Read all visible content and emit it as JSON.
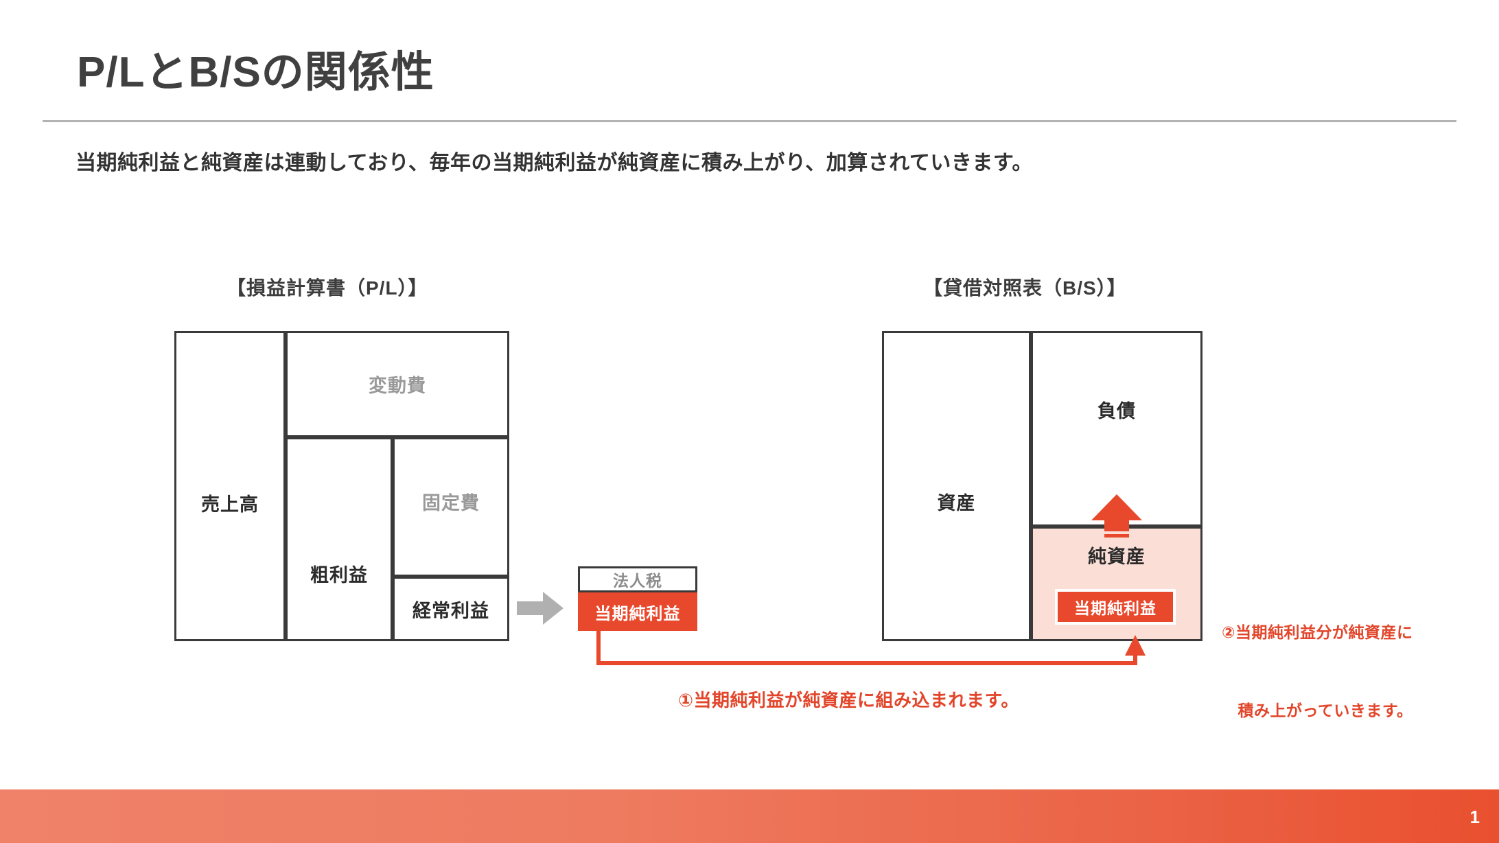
{
  "header": {
    "title": "P/LとB/Sの関係性",
    "subtitle": "当期純利益と純資産は連動しており、毎年の当期純利益が純資産に積み上がり、加算されていきます。"
  },
  "pl": {
    "caption": "【損益計算書（P/L）】",
    "cells": [
      {
        "name": "sales",
        "label": "売上高"
      },
      {
        "name": "variable",
        "label": "変動費"
      },
      {
        "name": "gross",
        "label": "粗利益"
      },
      {
        "name": "fixed",
        "label": "固定費"
      },
      {
        "name": "ordinary",
        "label": "経常利益"
      }
    ],
    "tax_label": "法人税",
    "net_profit_label": "当期純利益"
  },
  "bs": {
    "caption": "【貸借対照表（B/S）】",
    "cells": [
      {
        "name": "assets",
        "label": "資産"
      },
      {
        "name": "liability",
        "label": "負債"
      },
      {
        "name": "equity",
        "label": "純資産"
      }
    ],
    "net_profit_label": "当期純利益"
  },
  "annotations": {
    "one": "①当期純利益が純資産に組み込まれます。",
    "two_line1": "②当期純利益分が純資産に",
    "two_line2": "　積み上がっていきます。"
  },
  "footer": {
    "page_number": "1"
  },
  "colors": {
    "accent_red": "#e8492c",
    "annotation_red": "#e2452a",
    "equity_fill": "#fbdfd7",
    "border_dark": "#3a3a3a",
    "muted_gray": "#999999",
    "gray_arrow": "#b0b0b0"
  }
}
